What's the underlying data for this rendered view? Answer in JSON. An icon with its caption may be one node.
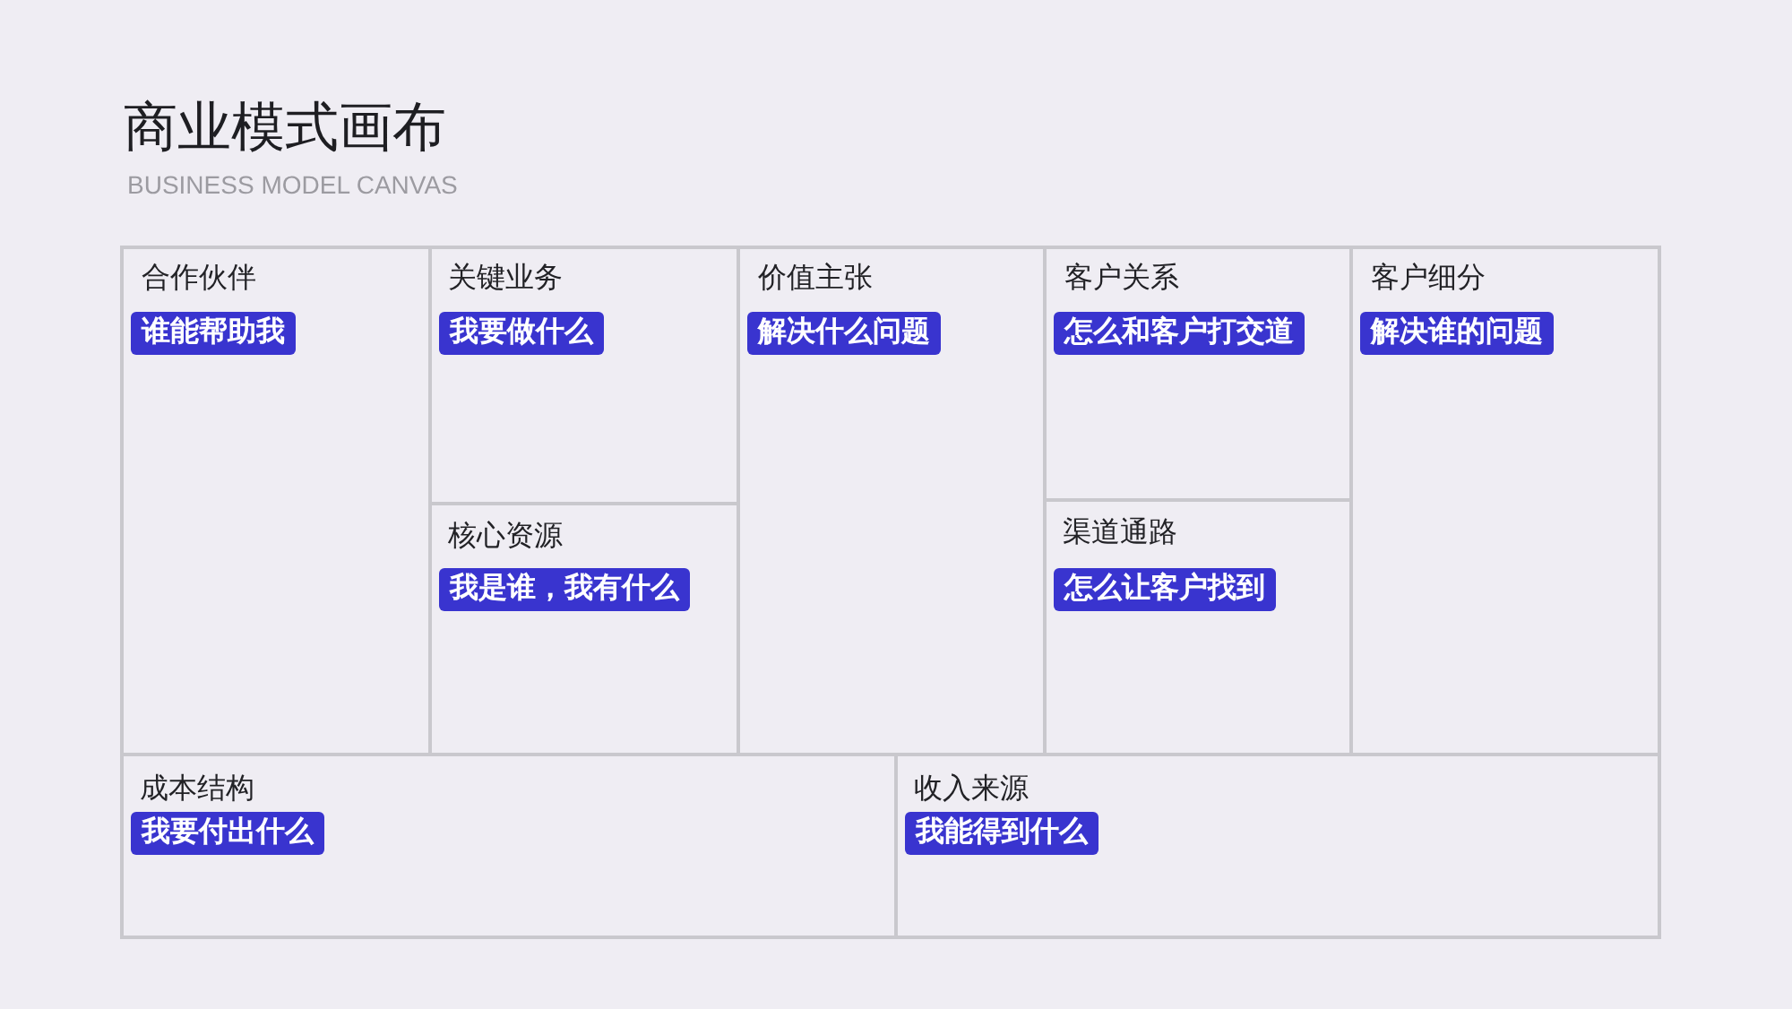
{
  "diagram": {
    "title": "商业模式画布",
    "nodes": [
      {
        "text": [
          "合作伙伴",
          "谁能帮助我"
        ]
      },
      {
        "text": [
          "关键业务",
          "我要做什么"
        ]
      },
      {
        "text": [
          "价值主张",
          "解决什么问题"
        ]
      },
      {
        "text": [
          "客户关系",
          "怎么和客户打交道"
        ]
      },
      {
        "text": [
          "客户细分",
          "解决谁的问题"
        ]
      },
      {
        "text": [
          "核心资源",
          "我是谁，我有什么"
        ]
      },
      {
        "text": [
          "渠道通路",
          "怎么让客户找到"
        ]
      },
      {
        "text": [
          "成本结构",
          "我要付出什么"
        ]
      },
      {
        "text": [
          "收入来源",
          "我能得到什么"
        ]
      }
    ],
    "labels": [
      "BUSINESS MODEL CANVAS"
    ]
  }
}
